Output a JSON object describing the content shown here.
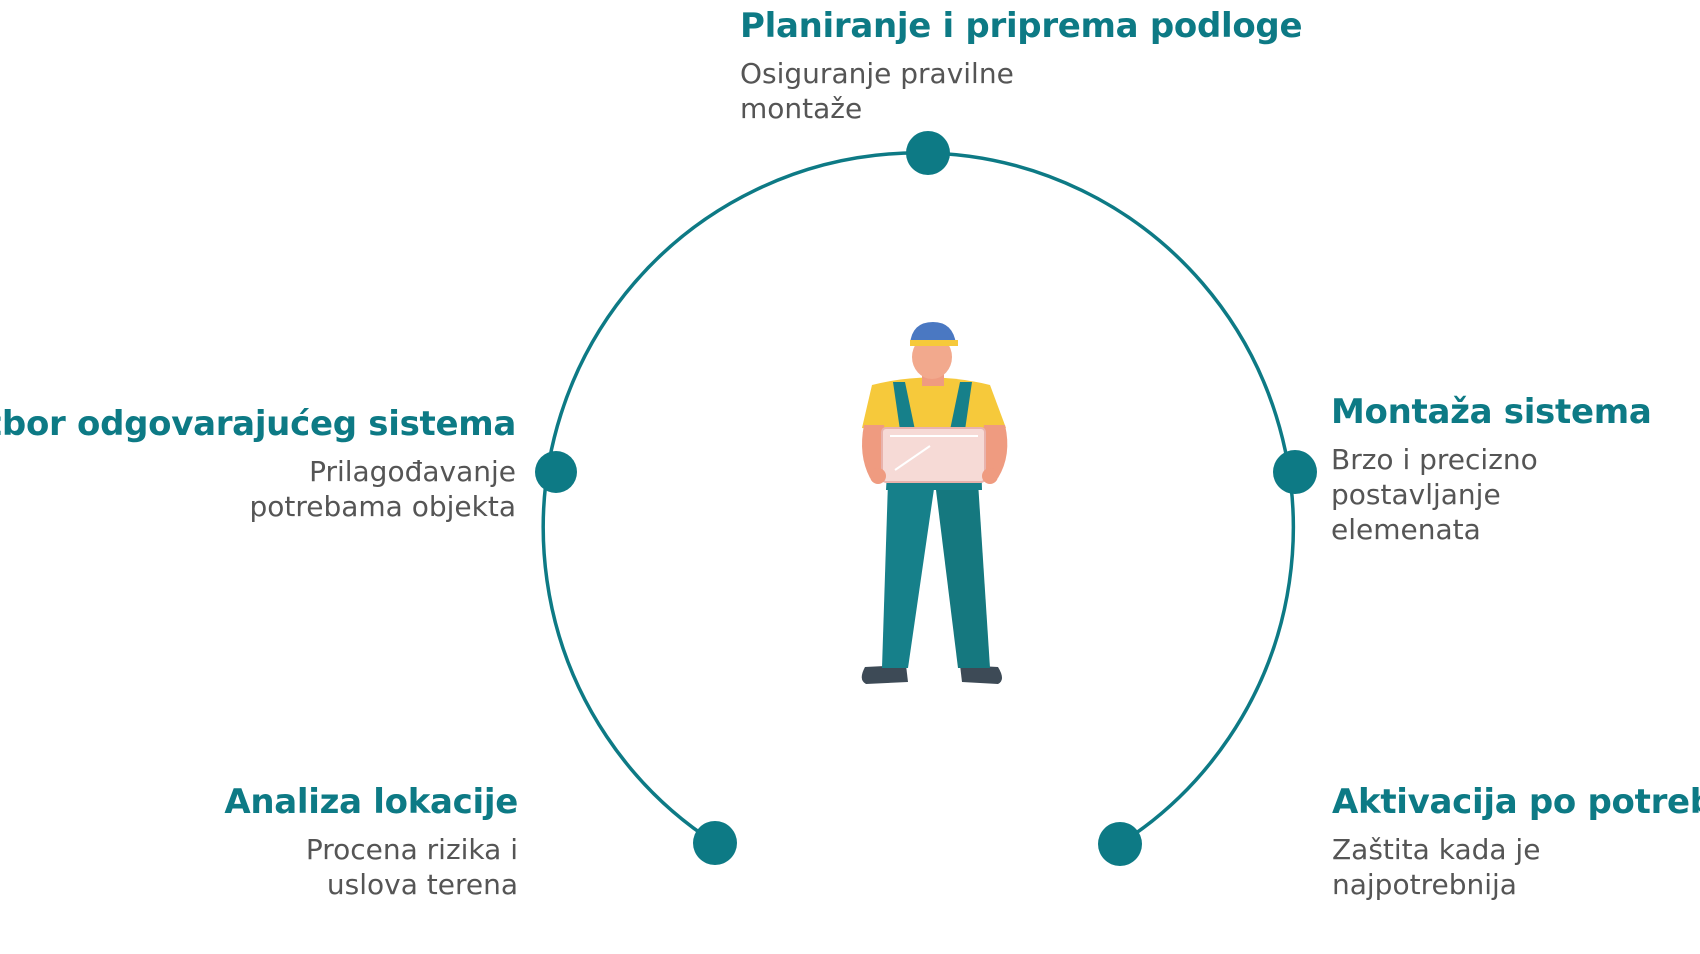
{
  "colors": {
    "accent": "#0d7a85",
    "text": "#555555",
    "background": "#ffffff"
  },
  "figure": {
    "icon": "worker-carrying-box"
  },
  "steps": [
    {
      "title": "Planiranje i priprema podloge",
      "desc": [
        "Osiguranje pravilne",
        "montaže"
      ]
    },
    {
      "title": "Izbor odgovarajućeg sistema",
      "desc": [
        "Prilagođavanje",
        "potrebama objekta"
      ]
    },
    {
      "title": "Montaža sistema",
      "desc": [
        "Brzo i precizno",
        "postavljanje",
        "elemenata"
      ]
    },
    {
      "title": "Analiza lokacije",
      "desc": [
        "Procena rizika i",
        "uslova terena"
      ]
    },
    {
      "title": "Aktivacija po potrebi",
      "desc": [
        "Zaštita kada je",
        "najpotrebnija"
      ]
    }
  ]
}
